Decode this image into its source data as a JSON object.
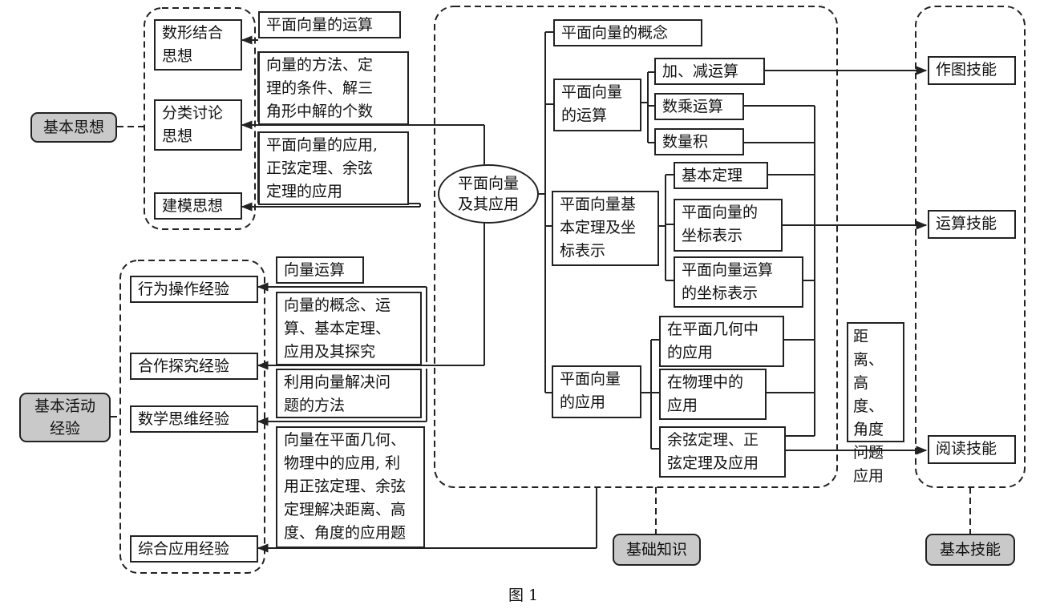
{
  "center": "平面向量\n及其应用",
  "knowledge": {
    "concept": "平面向量的概念",
    "operations": "平面向量\n的运算",
    "add_sub": "加、减运算",
    "scalar_mult": "数乘运算",
    "dot_product": "数量积",
    "basic_theorem_group": "平面向量基\n本定理及坐\n标表示",
    "basic_theorem": "基本定理",
    "coord_rep": "平面向量的\n坐标表示",
    "op_coord_rep": "平面向量运算\n的坐标表示",
    "applications": "平面向量\n的应用",
    "plane_geometry": "在平面几何中\n的应用",
    "physics": "在物理中的\n应用",
    "law_sines": "余弦定理、正\n弦定理及应用"
  },
  "skills": {
    "drawing": "作图技能",
    "computing": "运算技能",
    "reading": "阅读技能",
    "problems_note": "距离、\n高度、\n角度\n问题\n应用"
  },
  "thoughts": {
    "number_shape": "数形结合\n思想",
    "classification": "分类讨论\n思想",
    "modeling": "建模思想",
    "note_ops": "平面向量的运算",
    "note_methods": "向量的方法、定\n理的条件、解三\n角形中解的个数",
    "note_apps": "平面向量的应用,\n正弦定理、余弦\n定理的应用"
  },
  "experiences": {
    "operation": "行为操作经验",
    "cooperation": "合作探究经验",
    "thinking": "数学思维经验",
    "comprehensive": "综合应用经验",
    "note_ops": "向量运算",
    "note_concepts": "向量的概念、运\n算、基本定理、\n应用及其探究",
    "note_method": "利用向量解决问\n题的方法",
    "note_apps": "向量在平面几何、\n物理中的应用, 利\n用正弦定理、余弦\n定理解决距离、高\n度、角度的应用题"
  },
  "labels": {
    "basic_thoughts": "基本思想",
    "basic_activity": "基本活动\n经验",
    "basic_knowledge": "基础知识",
    "basic_skills": "基本技能"
  },
  "caption": "图 1"
}
